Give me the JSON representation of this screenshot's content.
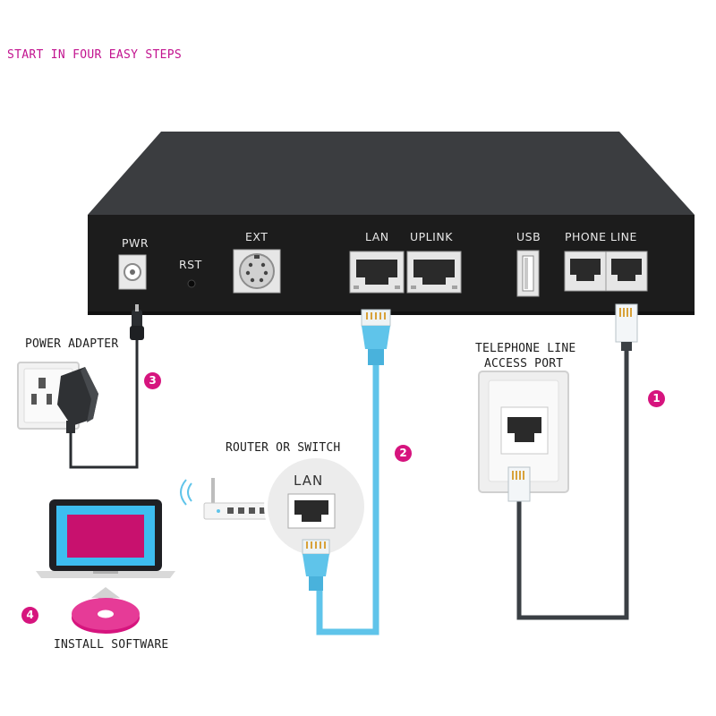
{
  "title": "START IN FOUR EASY STEPS",
  "device_ports": {
    "pwr": "PWR",
    "rst": "RST",
    "ext": "EXT",
    "lan": "LAN",
    "uplink": "UPLINK",
    "usb": "USB",
    "phone_line": "PHONE LINE"
  },
  "labels": {
    "power_adapter": "POWER ADAPTER",
    "telephone_line_1": "TELEPHONE LINE",
    "telephone_line_2": "ACCESS PORT",
    "router_or_switch": "ROUTER OR SWITCH",
    "router_lan": "LAN",
    "install_software": "INSTALL SOFTWARE"
  },
  "steps": {
    "step1": "1",
    "step2": "2",
    "step3": "3",
    "step4": "4"
  },
  "colors": {
    "accent": "#d6147e",
    "device_body": "#1f1f1f",
    "lan_cable": "#5fc4ea",
    "phone_cable": "#3a3f44",
    "screen": "#c8116e"
  }
}
